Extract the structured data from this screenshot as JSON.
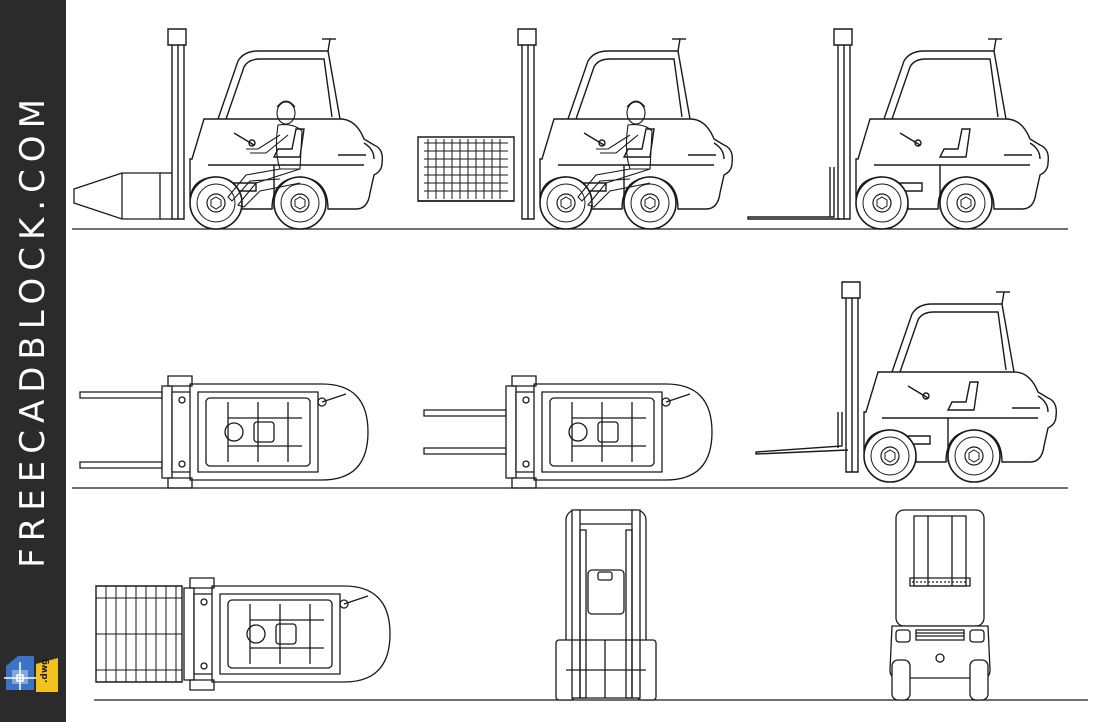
{
  "sidebar": {
    "brand_text": "FREECADBLOCK.COM",
    "logo_badge": ".dwg",
    "background_color": "#2b2b2b",
    "text_color": "#ffffff",
    "badge_color": "#f4c21e",
    "logo_blue": "#3d72c4"
  },
  "drawing": {
    "line_color": "#1a1a1a",
    "background": "#ffffff",
    "blocks": [
      "forklift-side-view-clamp-with-operator",
      "forklift-side-view-pallet-cage-with-operator",
      "forklift-side-view-forks",
      "forklift-top-view-forks",
      "forklift-top-view-forks-2",
      "forklift-side-view-forks-2",
      "forklift-top-view-pallet-cage",
      "forklift-front-view",
      "forklift-rear-view"
    ]
  }
}
